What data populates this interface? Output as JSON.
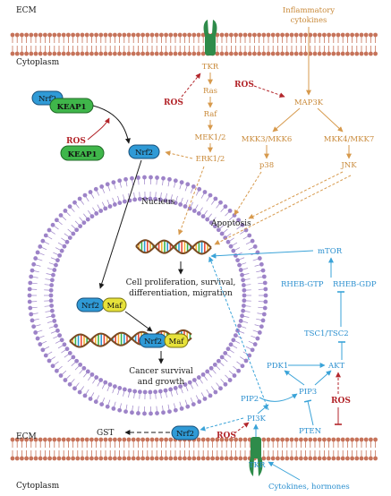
{
  "compartments": {
    "ecm_top": "ECM",
    "cytoplasm_top": "Cytoplasm",
    "ecm_bottom": "ECM",
    "cytoplasm_bottom": "Cytoplasm",
    "nucleus": "Nucleus"
  },
  "labels": {
    "inflammatory": [
      "Inflammatory",
      "cytokines"
    ],
    "tkr_top": "TKR",
    "ras": "Ras",
    "raf": "Raf",
    "mek": "MEK1/2",
    "erk": "ERK1/2",
    "ros_tkr": "ROS",
    "ros_map": "ROS",
    "map3k": "MAP3K",
    "mkk36": "MKK3/MKK6",
    "mkk47": "MKK4/MKK7",
    "p38": "p38",
    "jnk": "JNK",
    "apoptosis": "Apoptosis",
    "ros_keap": "ROS",
    "nrf2": "Nrf2",
    "keap1": "KEAP1",
    "maf": "Maf",
    "proliferation": [
      "Cell proliferation, survival,",
      "differentiation, migration"
    ],
    "cancer": [
      "Cancer survival",
      "and growth"
    ],
    "mtor": "mTOR",
    "rheb_gtp": "RHEB-GTP",
    "rheb_gdp": "RHEB-GDP",
    "tsc": "TSC1/TSC2",
    "pdk1": "PDK1",
    "akt": "AKT",
    "pip2": "PIP2",
    "pip3": "PIP3",
    "ros_akt": "ROS",
    "pten": "PTEN",
    "pi3k": "PI3K",
    "gst": "GST",
    "ros_pi3k": "ROS",
    "tkr_bottom": "TKR",
    "cytokines_hormones": "Cytokines, hormones"
  },
  "colors": {
    "membrane": "#c6735a",
    "nuclear_membrane": "#9d83c8",
    "receptor": "#2e8b4a",
    "mapk_path": "#d79a4d",
    "pi3k_path": "#3aa3d8",
    "ros": "#b3262b",
    "nrf2_fill": "#2f9ad6",
    "keap1_fill": "#3fb64a",
    "maf_fill": "#e7e23a"
  }
}
